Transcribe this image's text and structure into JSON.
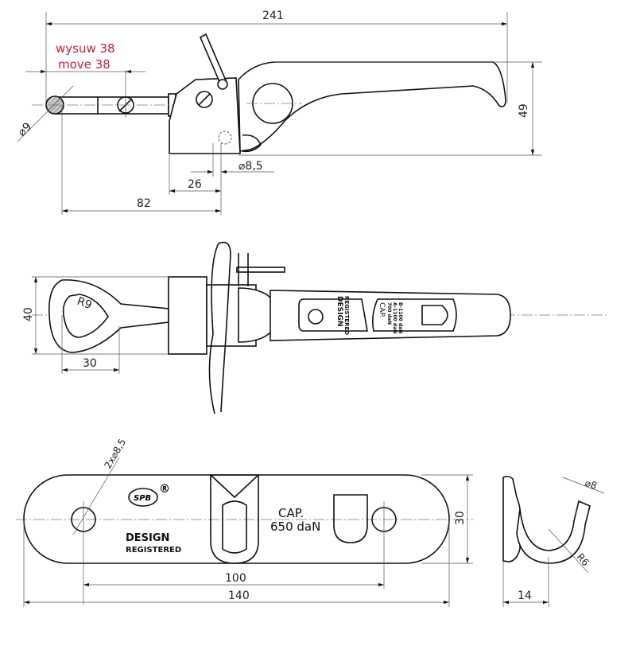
{
  "top_view": {
    "dim_length": "241",
    "stroke_pl": "wysuw 38",
    "stroke_en": "move 38",
    "dim_pin_diameter": "⌀9",
    "dim_height": "49",
    "dim_hole": "⌀8,5",
    "dim_26": "26",
    "dim_82": "82"
  },
  "middle_view": {
    "dim_width": "40",
    "dim_radius": "R9",
    "dim_eye": "30",
    "label_design": "DESIGN",
    "label_registered": "REGISTERED",
    "cap_title": "CAP.",
    "cap_line1": "700 daN",
    "cap_line2": "A-1100 daN",
    "cap_line3": "B-1100 daN"
  },
  "plate_view": {
    "dim_holes": "2x⌀8,5",
    "registered_mark": "®",
    "logo_text": "SPB",
    "label_design": "DESIGN",
    "label_registered": "REGISTERED",
    "cap_title": "CAP.",
    "cap_value": "650 daN",
    "dim_100": "100",
    "dim_140": "140",
    "dim_30": "30"
  },
  "hook_view": {
    "dim_diameter": "⌀8",
    "dim_radius": "R6",
    "dim_14": "14"
  }
}
